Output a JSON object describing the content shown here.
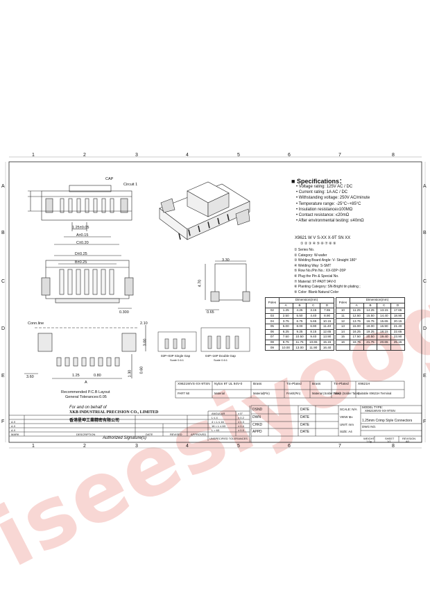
{
  "grid": {
    "cols": [
      "1",
      "2",
      "3",
      "4",
      "5",
      "6",
      "7",
      "8"
    ],
    "rows": [
      "A",
      "B",
      "C",
      "D",
      "E",
      "F"
    ]
  },
  "labels": {
    "cap": "CAP",
    "circuit": "Circuit 1",
    "pitch": "1.25±0.05",
    "a": "A±0.15",
    "c": "C±0.20",
    "d": "D±0.25",
    "b": "B±0.25",
    "w300": "0.300",
    "h330": "3.30",
    "h470": "4.70",
    "h065": "0.65",
    "connline": "Conn.line",
    "d210": "2.10",
    "d300": "3.00",
    "d360": "3.60",
    "d125": "1.25",
    "d080": "0.80",
    "d130": "1.30",
    "dA": "A",
    "d060": "0.60",
    "pcb1": "Recommended P.C.B Layout",
    "pcb2": "General Tolerances:0.05",
    "single": "02P~03P Single Gap",
    "double": "04P~16P Double Gap",
    "scale1": "Scale 0.6:1",
    "scale2": "Scale 0.6:1"
  },
  "specs": {
    "title": "Specifications：",
    "lines": [
      "Voltage rating: 125V AC / DC",
      "Current rating: 1A  AC / DC",
      "Withstanding voltage: 250V AC/minute",
      "Temperature range: -25°C~+85°C",
      "Insulation resistance≥100MΩ",
      "Contact resistance: ≤20mΩ",
      "After environmental testing: ≤40mΩ"
    ]
  },
  "code": {
    "model": "X9621 W V S-XX X-9T SN XX",
    "nums": "① ② ③ ④ ⑤ ⑥ ⑦ ⑧ ⑨",
    "items": [
      "① Series No.",
      "② Category:  W-wafer",
      "③ Welding Board Angle: V- Straight 180°",
      "④ Welding Way:  S-SMT",
      "⑤ Row No./Pin No.:  XX-02P~20P",
      "⑥ Plug the Pin & Special No.",
      "⑦ Material:  9T-PA9T 94V-0",
      "⑧ Planting Category:   SN-Bright tin plating ;",
      "⑨ Color:  Blank-Natural Color"
    ]
  },
  "dimtable": {
    "group": "Dimension(mm)",
    "headers": [
      "Poles",
      "A",
      "B",
      "C",
      "D"
    ],
    "left": [
      [
        "02",
        "1.25",
        "4.25",
        "3.15",
        "7.65"
      ],
      [
        "03",
        "2.50",
        "5.50",
        "4.40",
        "8.90"
      ],
      [
        "04",
        "3.75",
        "6.75",
        "5.65",
        "10.15"
      ],
      [
        "05",
        "5.00",
        "8.00",
        "6.90",
        "11.40"
      ],
      [
        "06",
        "6.25",
        "9.25",
        "8.15",
        "12.65"
      ],
      [
        "07",
        "7.50",
        "10.50",
        "9.40",
        "13.90"
      ],
      [
        "08",
        "8.75",
        "11.75",
        "10.65",
        "15.15"
      ],
      [
        "09",
        "10.00",
        "13.00",
        "11.90",
        "16.40"
      ]
    ],
    "right": [
      [
        "10",
        "11.25",
        "14.25",
        "13.15",
        "17.65"
      ],
      [
        "11",
        "12.50",
        "15.50",
        "14.40",
        "18.90"
      ],
      [
        "12",
        "13.75",
        "16.75",
        "15.65",
        "20.15"
      ],
      [
        "13",
        "15.00",
        "18.00",
        "16.90",
        "21.40"
      ],
      [
        "14",
        "16.25",
        "19.25",
        "18.15",
        "22.65"
      ],
      [
        "15",
        "17.50",
        "20.50",
        "19.40",
        "23.90"
      ],
      [
        "16",
        "18.75",
        "21.75",
        "20.65",
        "25.15"
      ],
      [
        "",
        "",
        "",
        "",
        ""
      ]
    ]
  },
  "parts": {
    "row1": [
      "X9621WVS-XX-9TSN",
      "Nylon 9T  UL 94V-0",
      "Brass",
      "Tin-Plated",
      "Brass",
      "Tin-Plated",
      "X9621H"
    ],
    "row2": [
      "PART N0",
      "Material",
      "Material(Pin)",
      "Finish(Pin)",
      "Material (Solder Tabs)",
      "Finish (Solder Tabs)",
      "Suitable X9621H Terminal"
    ]
  },
  "titleblock": {
    "behalf1": "For and on behalf of",
    "company_en": "XKB INDUSTRIAL PRECISION CO., LIMITED",
    "company_cn": "香港星坤工業精密有限公司",
    "signature": "Authorized Signature(s)",
    "dsnd": "DSND",
    "dwn": "DWN",
    "chkd": "CHKD",
    "appd": "APPD",
    "date": "DATE",
    "scale": "SCALE: N/A",
    "view": "VIEW",
    "unit": "UNIT: mm",
    "size": "SIZE: A4",
    "model_type_label": "MODEL TYPE:",
    "model_type": "X9621WVS-XX-9TSN",
    "desc": "1.25mm Crimp Style Connectors",
    "dwg_no": "DWG NO.",
    "weight": "WEIGHT",
    "sheet": "SHEET",
    "revision": "REVISION",
    "weight_v": "1.0g",
    "sheet_v": "1/1",
    "revision_v": "A0",
    "angular": "ANGULAR",
    "angular_v": "± 5°",
    "tol": [
      [
        "L ≤ 4",
        "± 0.2"
      ],
      [
        "4 < L ≤ 16",
        "± 0.3"
      ],
      [
        "16 < L ≤ 63",
        "± 0.4"
      ],
      [
        "L > 63",
        "± 0.5"
      ]
    ],
    "unspec": "UNSPECIFIED TOLERANCES",
    "rev_headers": [
      "MARK",
      "DESCRIPTION",
      "DATE",
      "REVISED",
      "APPROVED"
    ],
    "rev_marks": [
      "Δ X",
      "Δ X",
      "Δ X"
    ]
  },
  "watermark": "iseesiyoog.com"
}
